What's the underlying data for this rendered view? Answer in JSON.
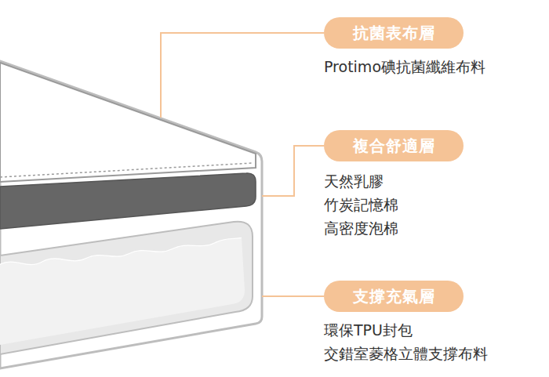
{
  "diagram": {
    "nodes": [
      {
        "text": [
          "抗菌表布層"
        ]
      },
      {
        "text": [
          "複合舒適層"
        ]
      },
      {
        "text": [
          "支撐充氣層"
        ]
      }
    ],
    "labels": [
      "Protimo碘抗菌纖維布料",
      "天然乳膠",
      "竹炭記憶棉",
      "高密度泡棉",
      "環保TPU封包",
      "交錯室菱格立體支撐布料"
    ]
  }
}
